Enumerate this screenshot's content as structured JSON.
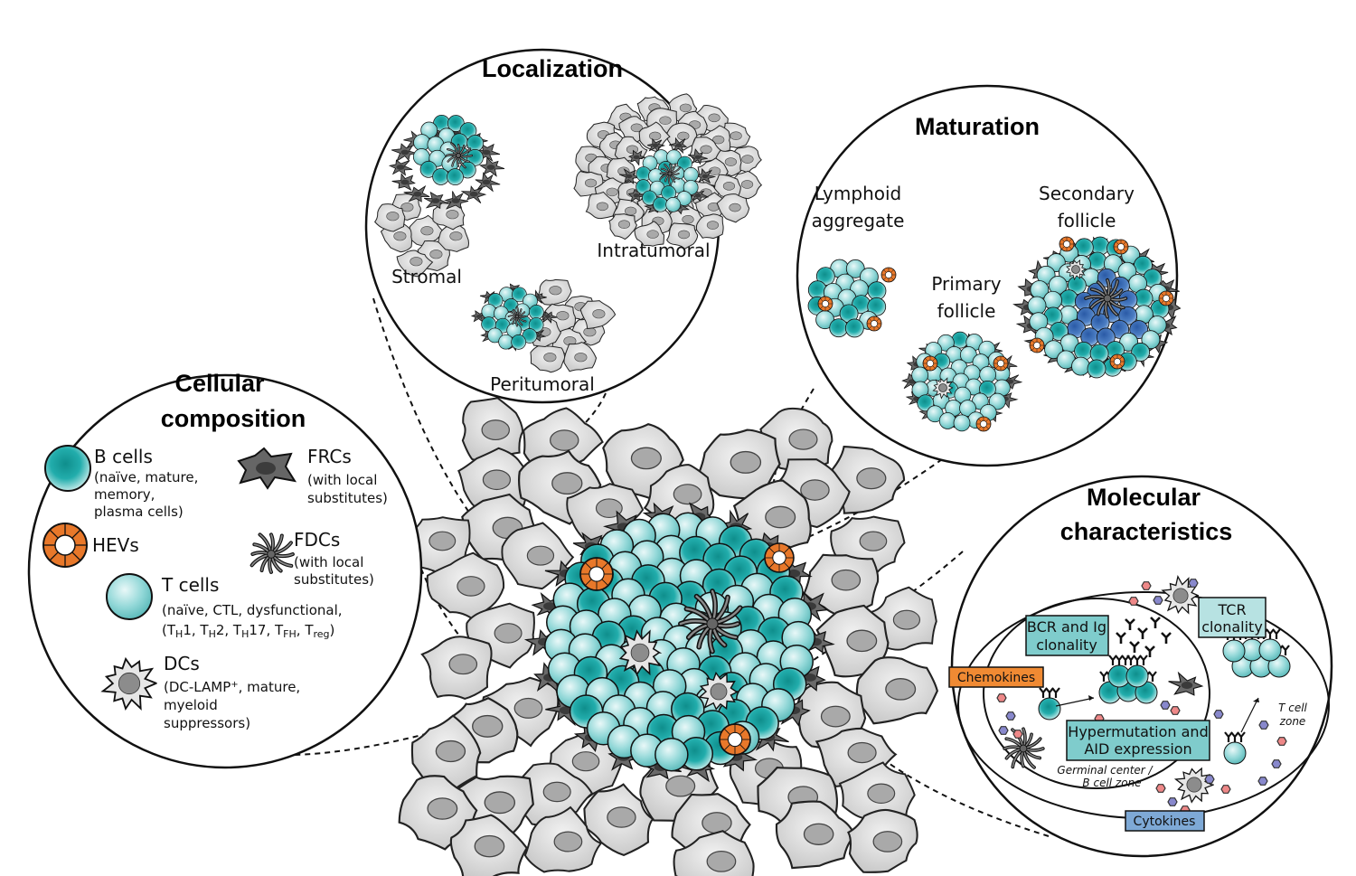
{
  "localization": {
    "title": "Localization",
    "labels": {
      "stromal": "Stromal",
      "intratumoral": "Intratumoral",
      "peritumoral": "Peritumoral"
    }
  },
  "maturation": {
    "title": "Maturation",
    "labels": {
      "lymphoid_1": "Lymphoid",
      "lymphoid_2": "aggregate",
      "primary_1": "Primary",
      "primary_2": "follicle",
      "secondary_1": "Secondary",
      "secondary_2": "follicle"
    }
  },
  "cellular": {
    "title_1": "Cellular",
    "title_2": "composition",
    "b_cells": {
      "name": "B cells",
      "d1": "(naïve, mature,",
      "d2": "memory,",
      "d3": "plasma cells)"
    },
    "frcs": {
      "name": "FRCs",
      "d1": "(with local",
      "d2": "substitutes)"
    },
    "hevs": {
      "name": "HEVs"
    },
    "fdcs": {
      "name": "FDCs",
      "d1": "(with local",
      "d2": "substitutes)"
    },
    "t_cells": {
      "name": "T cells",
      "d1": "(naïve, CTL, dysfunctional,",
      "d2": "TH1, TH2, TH17, TFH, Treg)"
    },
    "dcs": {
      "name": "DCs",
      "d1": "(DC-LAMP+, mature,",
      "d2": "myeloid",
      "d3": "suppressors)"
    }
  },
  "molecular": {
    "title_1": "Molecular",
    "title_2": "characteristics",
    "bcr_1": "BCR and Ig",
    "bcr_2": "clonality",
    "tcr_1": "TCR",
    "tcr_2": "clonality",
    "chemokines": "Chemokines",
    "hyper_1": "Hypermutation and",
    "hyper_2": "AID expression",
    "gc_1": "Germinal center /",
    "gc_2": "B cell zone",
    "tzone_1": "T cell",
    "tzone_2": "zone",
    "cytokines": "Cytokines"
  },
  "colors": {
    "b_cell": "#20a9a8",
    "t_cell": "#8fd6d6",
    "hev": "#e8782a",
    "frc": "#6d6d6d",
    "tumor": "#d9d9d9",
    "gc_b_cell": "#3f6fb5",
    "chemokine_box": "#f08a33",
    "cytokine_box": "#7ea9d6",
    "teal_box": "#7fcccc"
  }
}
